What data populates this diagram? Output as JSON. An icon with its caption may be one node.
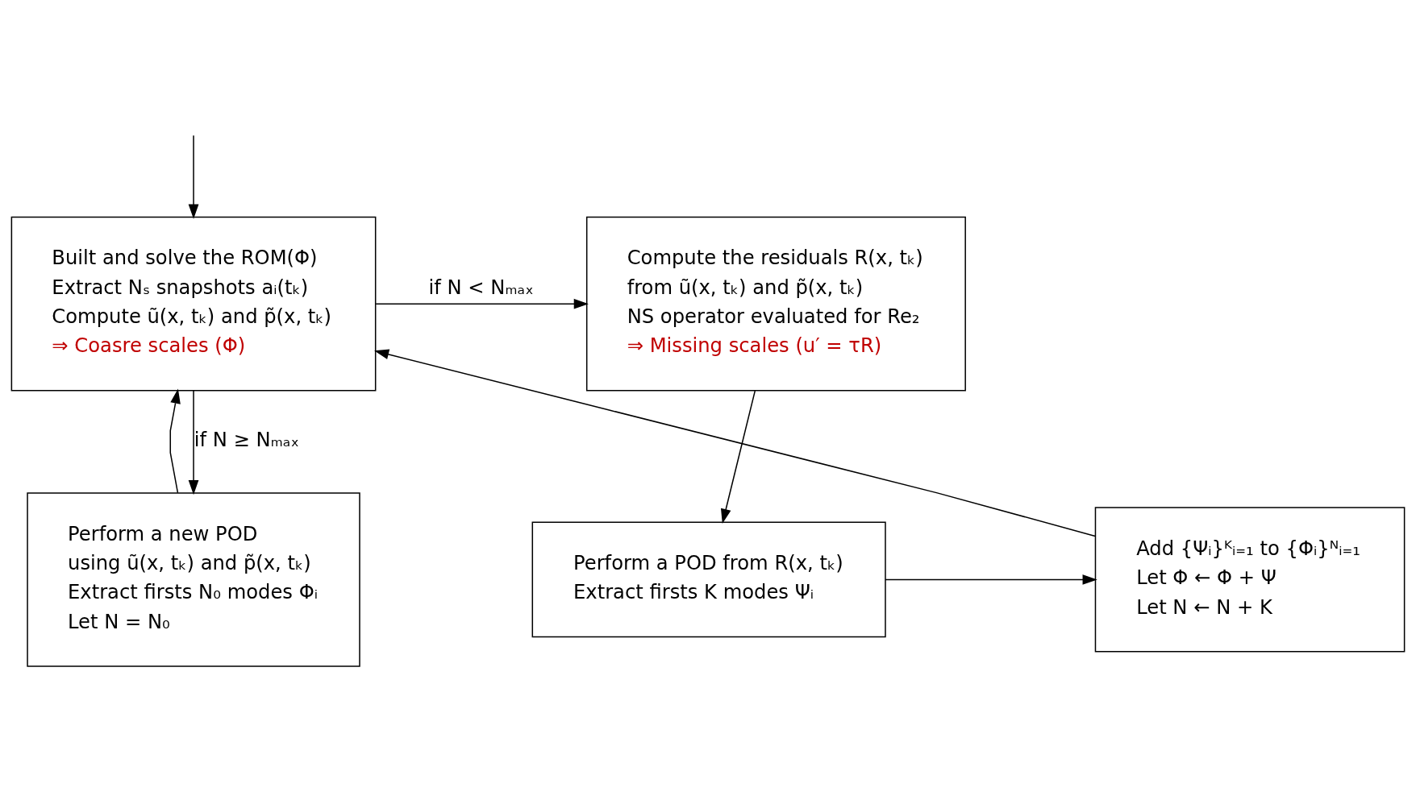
{
  "diagram": {
    "nodes": [
      {
        "text": [
          "Built and solve the ROM(Φ)",
          "Extract Nₛ snapshots aᵢ(tₖ)",
          "Compute ũ(x, tₖ) and p̃(x, tₖ)",
          "⇒ Coasre scales (Φ)"
        ]
      },
      {
        "text": [
          "Compute the residuals R(x, tₖ)",
          "from ũ(x, tₖ) and p̃(x, tₖ)",
          "NS operator evaluated for Re₂",
          "⇒ Missing scales (u′ = τR)"
        ]
      },
      {
        "text": [
          "Perform a new POD",
          "using ũ(x, tₖ) and p̃(x, tₖ)",
          "Extract firsts N₀ modes Φᵢ",
          "Let N = N₀"
        ]
      },
      {
        "text": [
          "Add {Ψᵢ}ᴷᵢ₌₁ to {Φᵢ}ᴺᵢ₌₁",
          "Let Φ ← Φ + Ψ",
          "Let N ← N + K"
        ]
      },
      {
        "text": [
          "Perform a POD from R(x, tₖ)",
          "Extract firsts K modes Ψᵢ"
        ]
      }
    ],
    "edges": [
      {
        "from": null,
        "to": 0,
        "arrow": "to"
      },
      {
        "from": 0,
        "to": 1,
        "arrow": "to",
        "label": "if N < Nₘₐₓ"
      },
      {
        "from": 0,
        "to": 2,
        "arrow": "to",
        "label": "if N ≥ Nₘₐₓ"
      },
      {
        "from": 2,
        "to": 0,
        "arrow": "to"
      },
      {
        "from": 1,
        "to": 4,
        "arrow": "to"
      },
      {
        "from": 4,
        "to": 3,
        "arrow": "to"
      },
      {
        "from": 3,
        "to": 0,
        "arrow": "to"
      }
    ]
  }
}
